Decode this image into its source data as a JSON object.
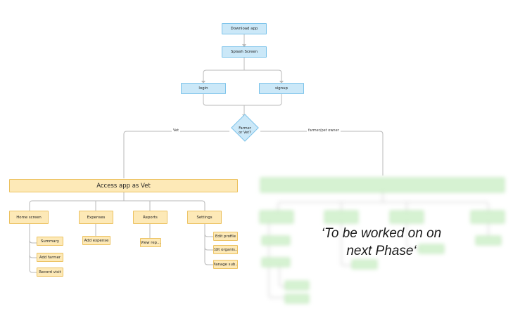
{
  "nodes": {
    "download_app": "Download app",
    "splash_screen": "Splash Screen",
    "login": "login",
    "signup": "signup",
    "decision_line1": "Farmer",
    "decision_line2": "or Vet?",
    "access_vet": "Access app as Vet",
    "home_screen": "Home screen",
    "expenses": "Expenses",
    "reports": "Reports",
    "settings": "Settings",
    "summary": "Summary",
    "add_farmer": "Add farmer",
    "record_visit": "Record visit",
    "add_expense": "Add expense",
    "view_reports": "View rep...",
    "edit_profile": "Edit profile",
    "edit_organisation": "Edit organis...",
    "manage_subscription": "Manage sub..."
  },
  "edges": {
    "vet_label": "Vet",
    "farmer_label": "farmer/pet owner"
  },
  "note": {
    "line1": "‘To be worked on on",
    "line2": "next Phase‘"
  },
  "colors": {
    "blue_fill": "#cbe8f8",
    "blue_border": "#7cc3ea",
    "yellow_fill": "#fde9b7",
    "yellow_border": "#ecc261",
    "green_fill": "#d6f2d2",
    "connector": "#b9b9b9"
  }
}
